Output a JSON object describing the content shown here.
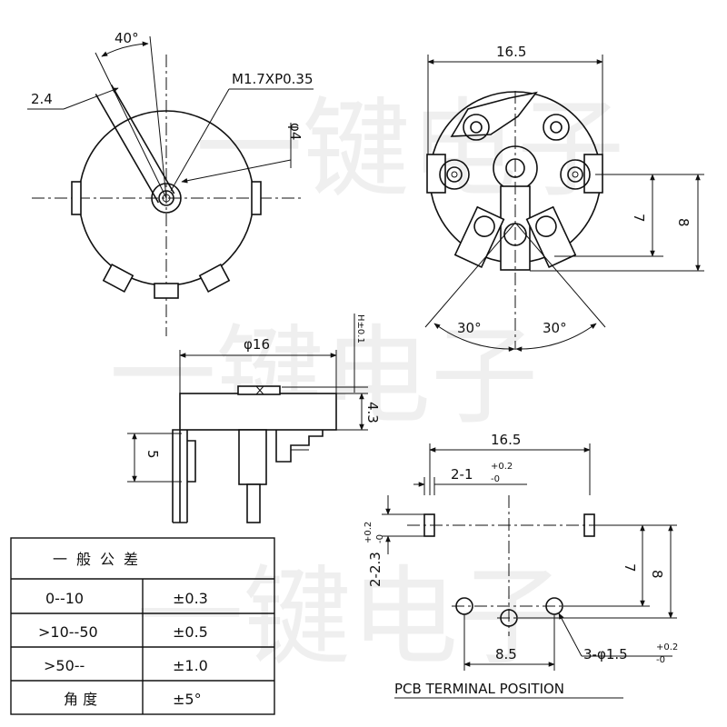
{
  "watermark": [
    "一键电子",
    "一键电子",
    "一键电子"
  ],
  "top_left_view": {
    "angle_label": "40°",
    "offset_label": "2.4",
    "thread_label": "M1.7XP0.35",
    "diameter_label": "φ4"
  },
  "top_right_view": {
    "width_label": "16.5",
    "height_7_label": "7",
    "height_8_label": "8",
    "angle_left_label": "30°",
    "angle_right_label": "30°"
  },
  "side_view": {
    "diameter_label": "φ16",
    "h_label": "H±0.1",
    "body_label": "4.3",
    "pin_label": "5"
  },
  "pcb_view": {
    "width_label": "16.5",
    "slot_width_label_main": "2-1",
    "slot_width_label_tol_upper": "+0.2",
    "slot_width_label_tol_lower": "-0",
    "slot_height_label_main": "2-2.3",
    "slot_height_label_tol_upper": "+0.2",
    "slot_height_label_tol_lower": "-0",
    "height_7_label": "7",
    "height_8_label": "8",
    "pitch_label": "8.5",
    "hole_label_main": "3-φ1.5",
    "hole_label_tol_upper": "+0.2",
    "hole_label_tol_lower": "-0",
    "caption": "PCB TERMINAL POSITION"
  },
  "tolerance_table": {
    "header": "一般公差",
    "rows": [
      {
        "range": "0--10",
        "tol": "±0.3"
      },
      {
        "range": ">10--50",
        "tol": "±0.5"
      },
      {
        "range": ">50--",
        "tol": "±1.0"
      },
      {
        "range": "角 度",
        "tol": "±5°"
      }
    ]
  }
}
